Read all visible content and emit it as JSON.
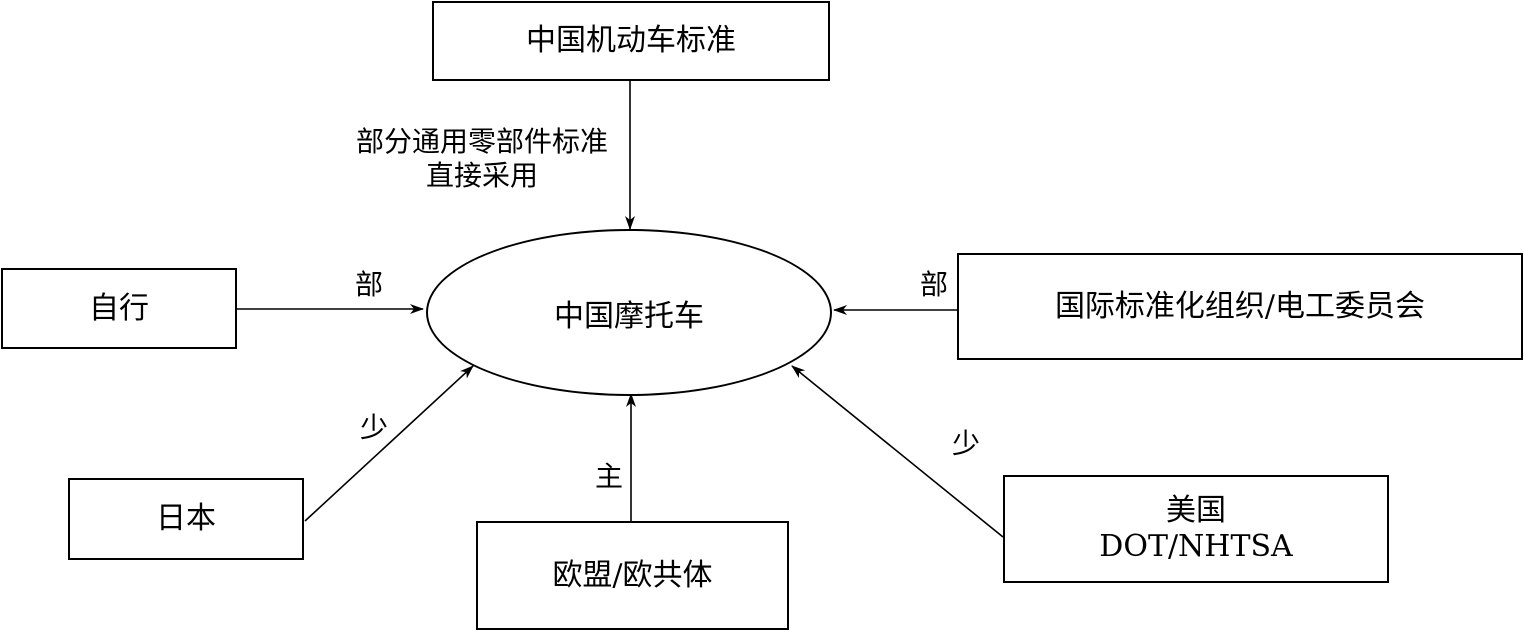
{
  "nodes": {
    "center": "中国摩托车",
    "china_motor_vehicle": "中国机动车标准",
    "bicycle": "自行",
    "iso_iec": "国际标准化组织/电工委员会",
    "japan": "日本",
    "eu": "欧盟/欧共体",
    "usa_line1": "美国",
    "usa_line2": "DOT/NHTSA"
  },
  "edge_labels": {
    "top_line1": "部分通用零部件标准",
    "top_line2": "直接采用",
    "left": "部",
    "right": "部",
    "lower_left": "少",
    "bottom": "主",
    "lower_right": "少"
  }
}
